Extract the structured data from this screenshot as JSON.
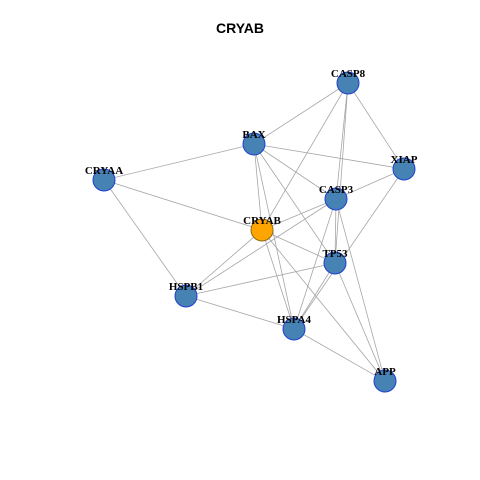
{
  "title": "CRYAB",
  "colors": {
    "edge": "#a6a6a6",
    "node_fill": "#4682b4",
    "node_stroke": "#1f3fd0",
    "focus_fill": "#ffa500",
    "focus_stroke": "#8b6b1a"
  },
  "nodes": [
    {
      "id": "CASP8",
      "label": "CASP8",
      "focus": false
    },
    {
      "id": "BAX",
      "label": "BAX",
      "focus": false
    },
    {
      "id": "XIAP",
      "label": "XIAP",
      "focus": false
    },
    {
      "id": "CRYAA",
      "label": "CRYAA",
      "focus": false
    },
    {
      "id": "CASP3",
      "label": "CASP3",
      "focus": false
    },
    {
      "id": "CRYAB",
      "label": "CRYAB",
      "focus": true
    },
    {
      "id": "TP53",
      "label": "TP53",
      "focus": false
    },
    {
      "id": "HSPB1",
      "label": "HSPB1",
      "focus": false
    },
    {
      "id": "HSPA4",
      "label": "HSPA4",
      "focus": false
    },
    {
      "id": "APP",
      "label": "APP",
      "focus": false
    }
  ],
  "edges": [
    [
      "CASP8",
      "BAX"
    ],
    [
      "CASP8",
      "CASP3"
    ],
    [
      "CASP8",
      "TP53"
    ],
    [
      "CASP8",
      "XIAP"
    ],
    [
      "CASP8",
      "CRYAB"
    ],
    [
      "BAX",
      "XIAP"
    ],
    [
      "BAX",
      "CASP3"
    ],
    [
      "BAX",
      "TP53"
    ],
    [
      "BAX",
      "CRYAA"
    ],
    [
      "BAX",
      "HSPA4"
    ],
    [
      "BAX",
      "CRYAB"
    ],
    [
      "CRYAA",
      "CRYAB"
    ],
    [
      "CRYAA",
      "HSPB1"
    ],
    [
      "XIAP",
      "CASP3"
    ],
    [
      "XIAP",
      "HSPA4"
    ],
    [
      "CASP3",
      "CRYAB"
    ],
    [
      "CASP3",
      "TP53"
    ],
    [
      "CASP3",
      "HSPB1"
    ],
    [
      "CASP3",
      "HSPA4"
    ],
    [
      "CASP3",
      "APP"
    ],
    [
      "CRYAB",
      "TP53"
    ],
    [
      "CRYAB",
      "HSPB1"
    ],
    [
      "CRYAB",
      "HSPA4"
    ],
    [
      "CRYAB",
      "APP"
    ],
    [
      "TP53",
      "HSPB1"
    ],
    [
      "TP53",
      "HSPA4"
    ],
    [
      "TP53",
      "APP"
    ],
    [
      "HSPB1",
      "HSPA4"
    ],
    [
      "HSPA4",
      "APP"
    ]
  ]
}
